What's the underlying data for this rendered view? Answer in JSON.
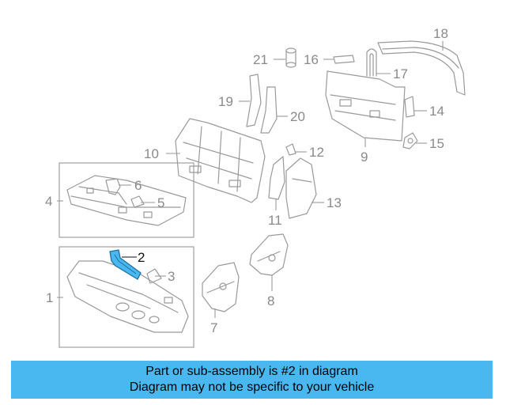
{
  "callouts": {
    "c1": "1",
    "c2": "2",
    "c3": "3",
    "c4": "4",
    "c5": "5",
    "c6": "6",
    "c7": "7",
    "c8": "8",
    "c9": "9",
    "c10": "10",
    "c11": "11",
    "c12": "12",
    "c13": "13",
    "c14": "14",
    "c15": "15",
    "c16": "16",
    "c17": "17",
    "c18": "18",
    "c19": "19",
    "c20": "20",
    "c21": "21"
  },
  "highlight_color": "#4ab8f0",
  "banner": {
    "line1": "Part or sub-assembly is #2 in diagram",
    "line2": "Diagram may not be specific to your vehicle"
  }
}
